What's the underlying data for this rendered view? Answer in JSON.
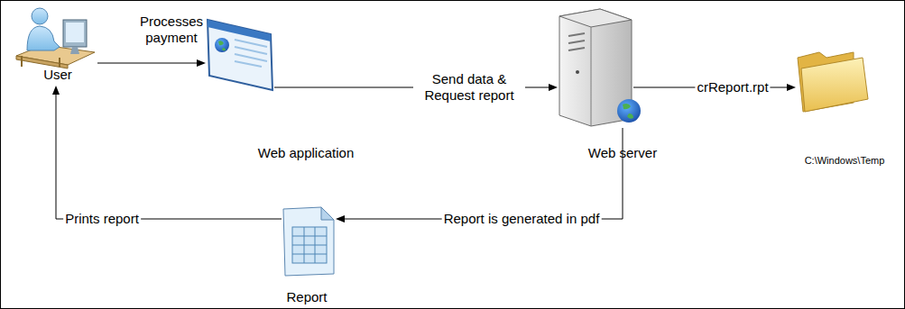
{
  "diagram": {
    "nodes": [
      {
        "text": [
          "User"
        ]
      },
      {
        "text": [
          "Web application"
        ]
      },
      {
        "text": [
          "Web server"
        ]
      },
      {
        "text": [
          "C:\\Windows\\Temp"
        ]
      },
      {
        "text": [
          "Report"
        ]
      }
    ],
    "edges": [
      {
        "from": 0,
        "to": 1,
        "arrow": "to",
        "label": "Processes payment"
      },
      {
        "from": 1,
        "to": 2,
        "arrow": "to",
        "label": "Send data & Request report"
      },
      {
        "from": 2,
        "to": 3,
        "arrow": "to",
        "label": "crReport.rpt"
      },
      {
        "from": 2,
        "to": 4,
        "arrow": "to",
        "label": "Report is generated in pdf"
      },
      {
        "from": 4,
        "to": 0,
        "arrow": "to",
        "label": "Prints report"
      }
    ]
  }
}
